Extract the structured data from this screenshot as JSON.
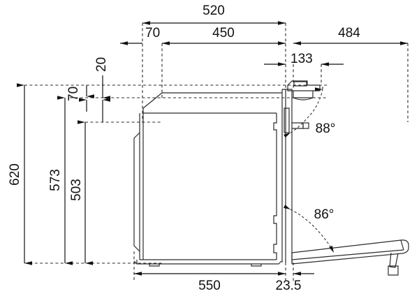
{
  "drawing": {
    "title": "Built-in oven side view dimensional drawing",
    "units": "mm",
    "line_color": "#1a1a1a",
    "text_color": "#111111",
    "background": "#ffffff"
  },
  "dimensions": {
    "top_overall": "520",
    "top_left_gap": "70",
    "top_cavity": "450",
    "top_right": "484",
    "top_hinge": "133",
    "inner_top_small": "20",
    "inner_top_70": "70",
    "left_overall": "620",
    "left_573": "573",
    "left_503": "503",
    "bottom_main": "550",
    "bottom_small": "23.5"
  },
  "angles": {
    "upper": "88°",
    "lower": "86°"
  },
  "labels": {
    "dim_520": "520",
    "dim_70_top": "70",
    "dim_450": "450",
    "dim_484": "484",
    "dim_133": "133",
    "dim_20": "20",
    "dim_70_left": "70",
    "dim_620": "620",
    "dim_573": "573",
    "dim_503": "503",
    "dim_550": "550",
    "dim_235": "23.5",
    "ang_88": "88°",
    "ang_86": "86°"
  }
}
